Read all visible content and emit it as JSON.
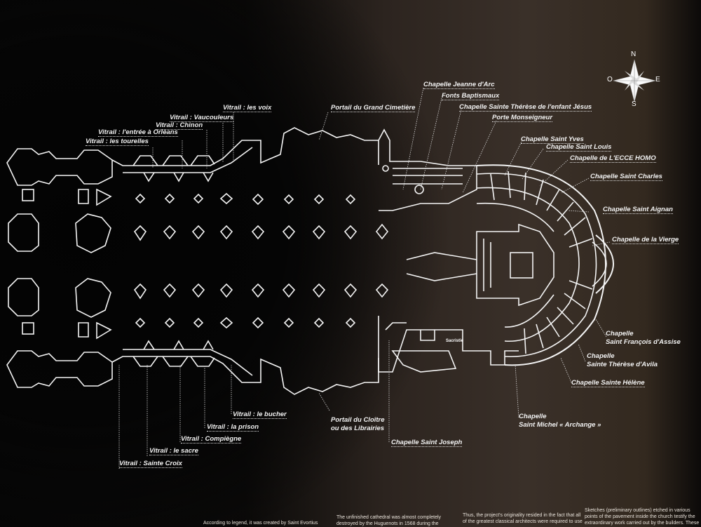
{
  "compass": {
    "north": "N",
    "south": "S",
    "east": "E",
    "west": "O"
  },
  "labels_top": [
    "Vitrail : les voix",
    "Vitrail : Vaucouleurs",
    "Vitrail : Chinon",
    "Vitrail : l'entrée à Orléans",
    "Vitrail : les tourelles",
    "Portail du Grand Cimetière",
    "Chapelle Jeanne d'Arc",
    "Fonts Baptismaux",
    "Chapelle Sainte Thérèse de l'enfant Jésus",
    "Porte Monseigneur",
    "Chapelle Saint Yves",
    "Chapelle Saint Louis",
    "Chapelle de L'ECCE HOMO",
    "Chapelle Saint Charles",
    "Chapelle Saint Aignan",
    "Chapelle de la Vierge"
  ],
  "labels_right": {
    "francois": [
      "Chapelle",
      "Saint François d'Assise"
    ],
    "therese_avila": [
      "Chapelle",
      "Sainte Thérèse d'Avila"
    ],
    "helene": "Chapelle Sainte Hélène",
    "michel": [
      "Chapelle",
      "Saint Michel « Archange »"
    ]
  },
  "labels_bottom": [
    "Vitrail : le bucher",
    "Vitrail : la prison",
    "Vitrail : Compiègne",
    "Vitrail : le sacre",
    "Vitrail : Sainte Croix",
    "Chapelle Saint Joseph"
  ],
  "portail_cloitre": [
    "Portail du Cloître",
    "ou des Librairies"
  ],
  "sacristie": "Sacristie",
  "footer": [
    [
      "According to legend, it was created by Saint Evortius"
    ],
    [
      "The unfinished cathedral was almost completely",
      "destroyed by the Huguenots in 1568 during the"
    ],
    [
      "Thus, the project's originality resided in the fact that all",
      "of the greatest classical architects were required to use"
    ],
    [
      "Sketches (preliminary outlines) etched in various",
      "points of the pavement inside the church testify the",
      "extraordinary work carried out by the builders. These"
    ]
  ]
}
